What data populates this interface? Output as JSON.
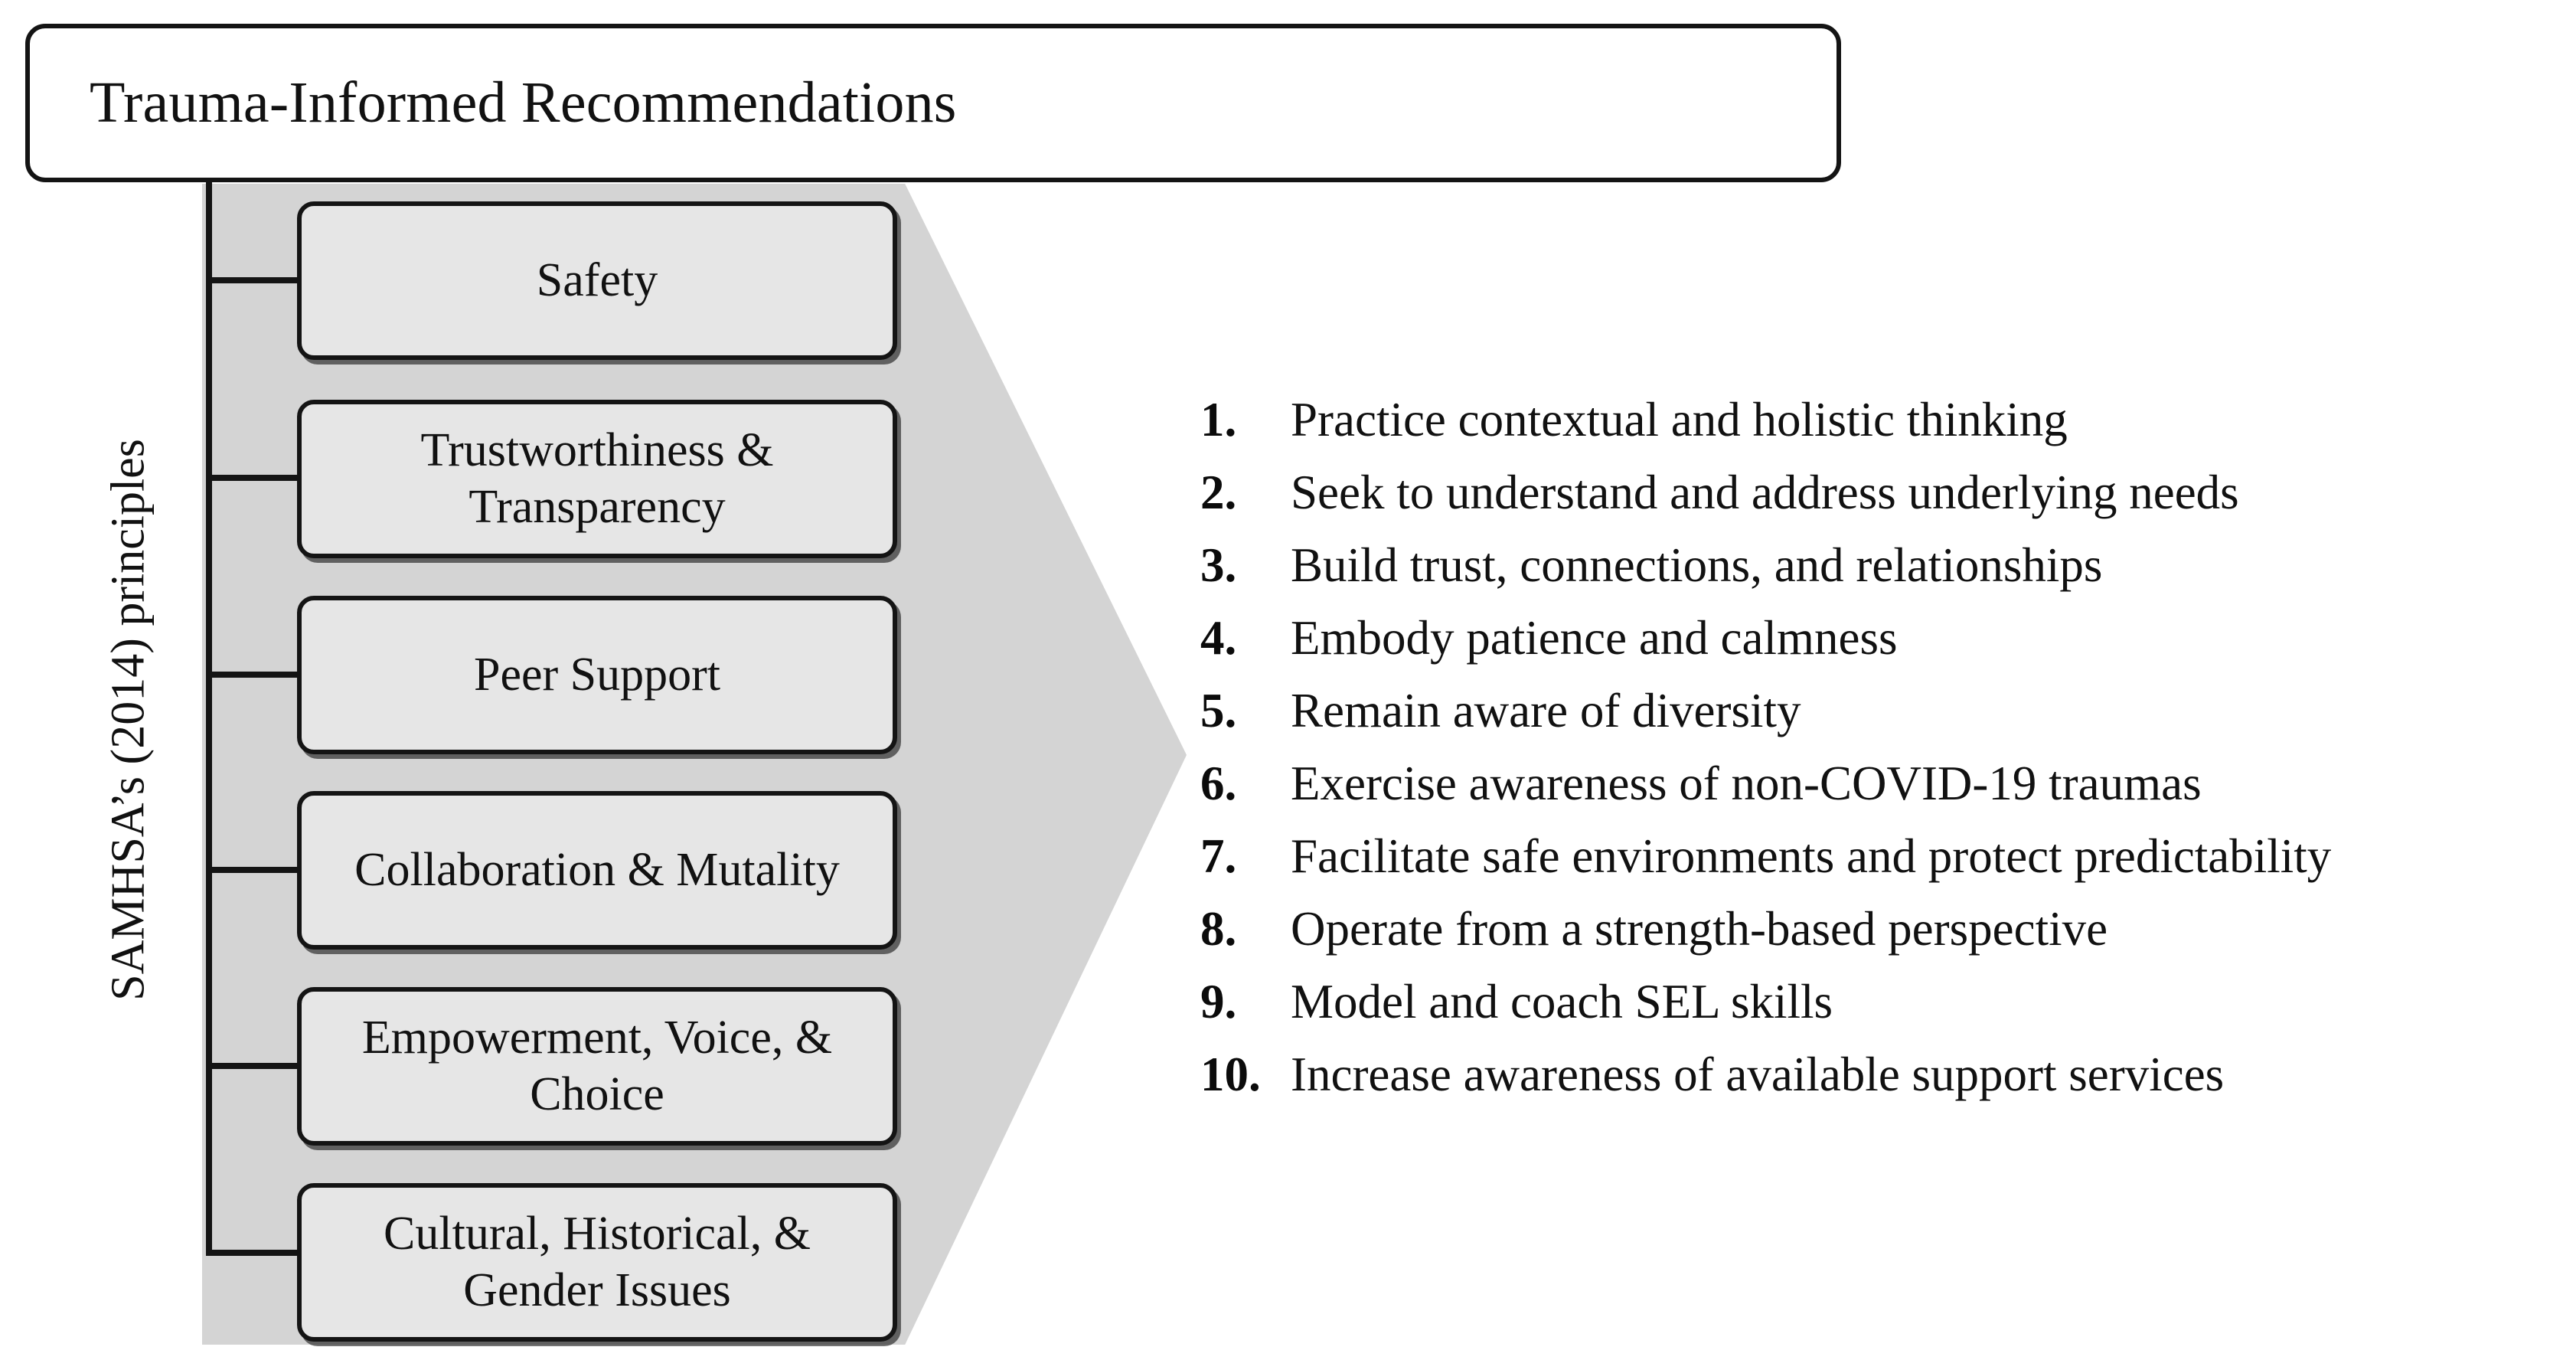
{
  "title": {
    "text": "Trauma-Informed Recommendations"
  },
  "axis": {
    "label": "SAMHSA’s (2014) principles"
  },
  "principles": [
    {
      "label": "Safety"
    },
    {
      "label": "Trustworthiness & Transparency"
    },
    {
      "label": "Peer Support"
    },
    {
      "label": "Collaboration & Mutality"
    },
    {
      "label": "Empowerment, Voice, & Choice"
    },
    {
      "label": "Cultural, Historical, & Gender Issues"
    }
  ],
  "recommendations": [
    {
      "number": "1.",
      "text": "Practice contextual and holistic thinking"
    },
    {
      "number": "2.",
      "text": "Seek to understand and address underlying needs"
    },
    {
      "number": "3.",
      "text": "Build trust, connections, and relationships"
    },
    {
      "number": "4.",
      "text": "Embody patience and calmness"
    },
    {
      "number": "5.",
      "text": "Remain aware of diversity"
    },
    {
      "number": "6.",
      "text": "Exercise awareness of non-COVID-19 traumas"
    },
    {
      "number": "7.",
      "text": "Facilitate safe environments and protect predictability"
    },
    {
      "number": "8.",
      "text": "Operate from a strength-based perspective"
    },
    {
      "number": "9.",
      "text": "Model and coach SEL skills"
    },
    {
      "number": "10.",
      "text": "Increase awareness of available support services"
    }
  ],
  "colors": {
    "arrow_fill": "#d4d4d4",
    "box_fill": "#e6e6e6",
    "stroke": "#141414",
    "title_fill": "#ffffff",
    "text": "#111111",
    "background": "#ffffff"
  }
}
